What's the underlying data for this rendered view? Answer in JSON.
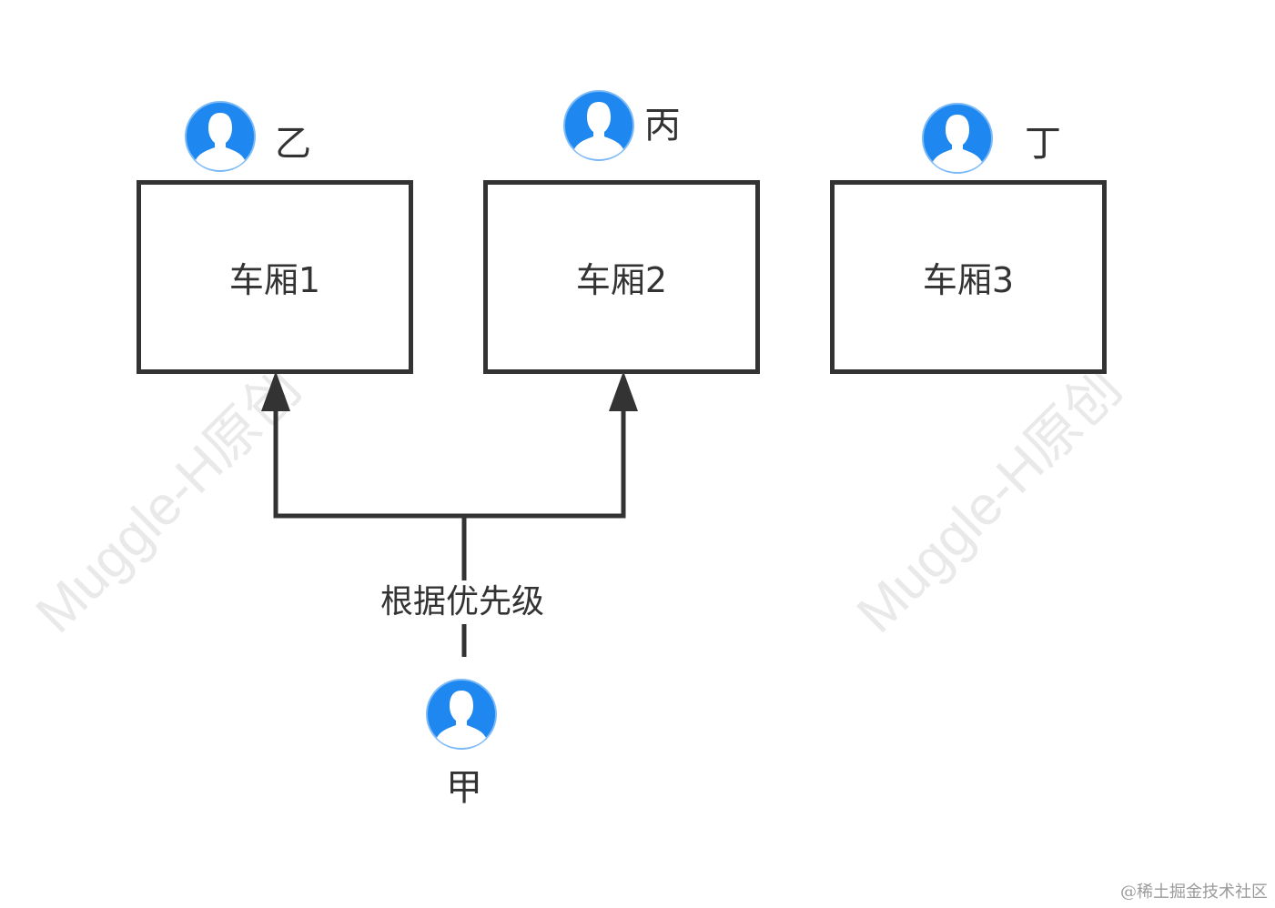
{
  "cars": [
    {
      "label": "车厢1",
      "occupant": "乙"
    },
    {
      "label": "车厢2",
      "occupant": "丙"
    },
    {
      "label": "车厢3",
      "occupant": "丁"
    }
  ],
  "passenger": {
    "name": "甲"
  },
  "connector": {
    "label": "根据优先级"
  },
  "watermarks": [
    "Muggle-H原创",
    "Muggle-H原创"
  ],
  "footer": {
    "credit": "@稀土掘金技术社区"
  },
  "icons": {
    "person": "user-avatar-icon"
  },
  "colors": {
    "avatar": "#1e88f0",
    "line": "#333333",
    "watermark": "#e9e9e9"
  }
}
